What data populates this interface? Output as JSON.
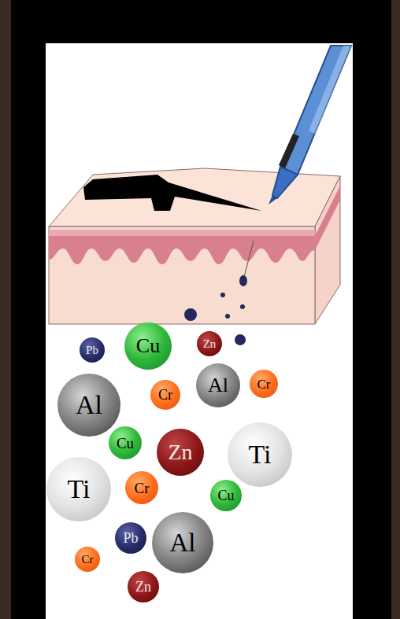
{
  "diagram": {
    "nodes": [
      {
        "text": [
          "Pb"
        ]
      },
      {
        "text": [
          "Cu"
        ]
      },
      {
        "text": [
          "Zn"
        ]
      },
      {
        "text": [
          "Al"
        ]
      },
      {
        "text": [
          "Cr"
        ]
      },
      {
        "text": [
          "Al"
        ]
      },
      {
        "text": [
          "Cr"
        ]
      },
      {
        "text": [
          "Cu"
        ]
      },
      {
        "text": [
          "Zn"
        ]
      },
      {
        "text": [
          "Ti"
        ]
      },
      {
        "text": [
          "Ti"
        ]
      },
      {
        "text": [
          "Cr"
        ]
      },
      {
        "text": [
          "Cu"
        ]
      },
      {
        "text": [
          "Pb"
        ]
      },
      {
        "text": [
          "Al"
        ]
      },
      {
        "text": [
          "Cr"
        ]
      },
      {
        "text": [
          "Zn"
        ]
      }
    ]
  }
}
